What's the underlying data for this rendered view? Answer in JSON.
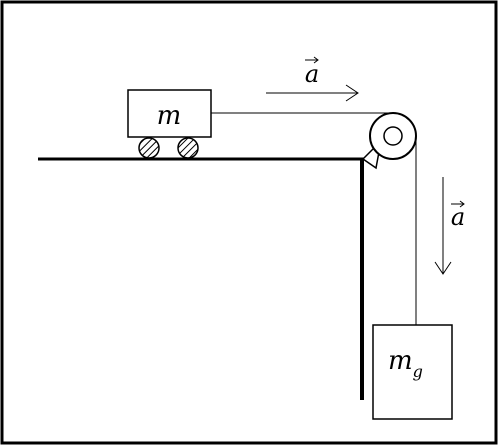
{
  "diagram": {
    "cart_label": "m",
    "hanging_mass_label": "m",
    "hanging_mass_subscript": "g",
    "horizontal_acceleration_label": "a",
    "vertical_acceleration_label": "a"
  }
}
